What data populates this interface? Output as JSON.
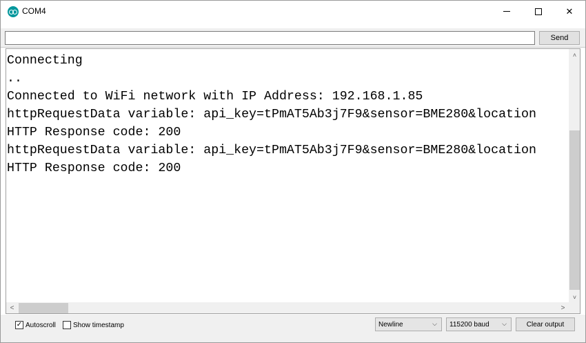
{
  "window": {
    "title": "COM4",
    "minimize_icon": "minimize-icon",
    "maximize_icon": "maximize-icon",
    "close_icon": "close-icon",
    "close_glyph": "✕"
  },
  "input": {
    "value": "",
    "placeholder": "",
    "send_label": "Send"
  },
  "output": {
    "lines": [
      "Connecting",
      "..",
      "Connected to WiFi network with IP Address: 192.168.1.85",
      "httpRequestData variable: api_key=tPmAT5Ab3j7F9&sensor=BME280&location",
      "HTTP Response code: 200",
      "httpRequestData variable: api_key=tPmAT5Ab3j7F9&sensor=BME280&location",
      "HTTP Response code: 200"
    ]
  },
  "scrollbars": {
    "up_glyph": "˄",
    "down_glyph": "˅",
    "left_glyph": "<",
    "right_glyph": ">"
  },
  "footer": {
    "autoscroll_label": "Autoscroll",
    "autoscroll_checked": true,
    "timestamp_label": "Show timestamp",
    "timestamp_checked": false,
    "check_glyph": "✓",
    "line_ending": "Newline",
    "baud_rate": "115200 baud",
    "select_chevron": "⌵",
    "clear_label": "Clear output"
  },
  "colors": {
    "app_icon": "#00979c",
    "chrome_bg": "#f0f0f0"
  }
}
